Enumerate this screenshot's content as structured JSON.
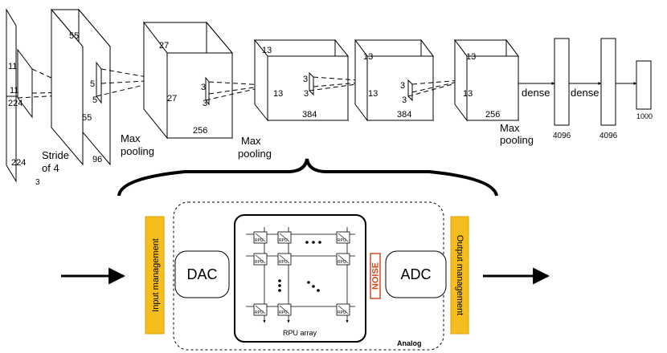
{
  "cnn": {
    "input": {
      "dim1": "11",
      "dim2": "11",
      "dim3": "224",
      "dim4": "224",
      "depth": "3",
      "stride_line1": "Stride",
      "stride_line2": "of 4"
    },
    "conv1": {
      "top": "55",
      "side": "55",
      "depth": "96",
      "kernel_a": "5",
      "kernel_b": "5"
    },
    "pool1": {
      "line1": "Max",
      "line2": "pooling"
    },
    "conv2": {
      "top": "27",
      "side": "27",
      "depth": "256",
      "kernel_a": "3",
      "kernel_b": "3"
    },
    "pool2": {
      "line1": "Max",
      "line2": "pooling"
    },
    "conv3": {
      "top": "13",
      "side": "13",
      "depth": "384",
      "kernel_a": "3",
      "kernel_b": "3"
    },
    "conv4": {
      "top": "13",
      "side": "13",
      "depth": "384",
      "kernel_a": "3",
      "kernel_b": "3"
    },
    "conv5": {
      "top": "13",
      "side": "13",
      "depth": "256"
    },
    "pool3": {
      "line1": "Max",
      "line2": "pooling"
    },
    "dense1": {
      "label": "dense",
      "size": "4096"
    },
    "dense2": {
      "label": "dense",
      "size": "4096"
    },
    "output": {
      "size": "1000"
    }
  },
  "hardware": {
    "input_management": "Input management",
    "output_management": "Output management",
    "dac": "DAC",
    "adc": "ADC",
    "noise": "NOISE",
    "rpu_array": "RPU array",
    "rpu_cell": "RPU",
    "analog": "Analog",
    "colors": {
      "management_fill": "#f5be1e",
      "management_stroke": "#e0a000",
      "noise": "#d94a1e"
    }
  }
}
